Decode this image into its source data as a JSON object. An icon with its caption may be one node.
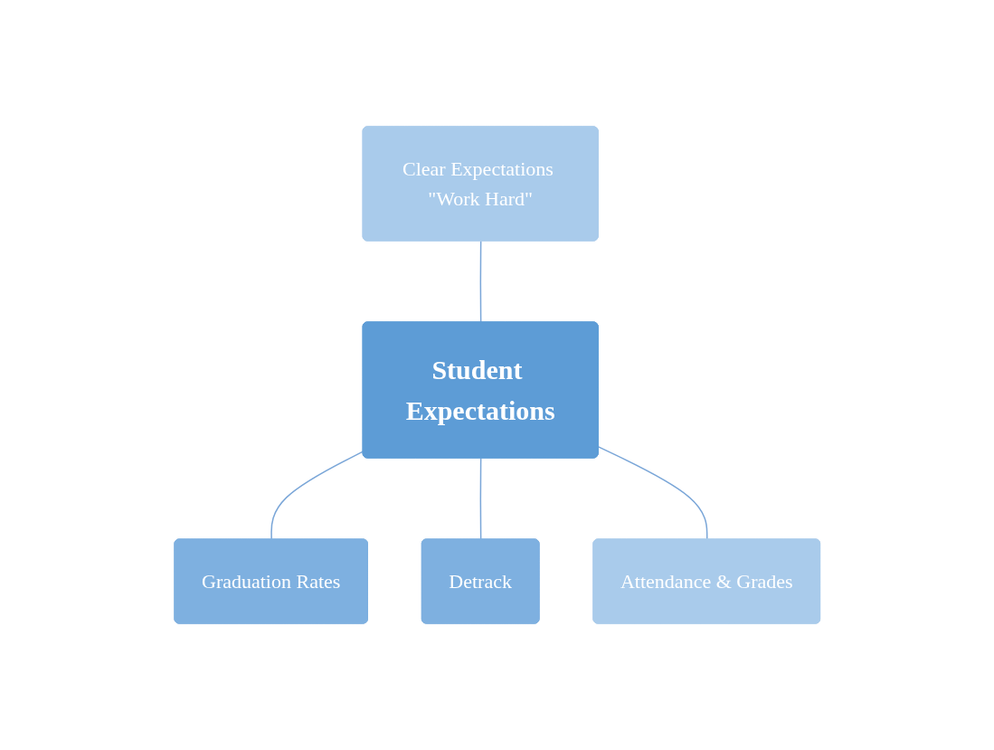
{
  "diagram": {
    "nodes": [
      {
        "text": [
          "Graduation Rates"
        ]
      },
      {
        "text": [
          "Clear Expectations \"Work Hard\""
        ]
      },
      {
        "text": [
          "Student Expectations"
        ]
      },
      {
        "text": [
          "Detrack"
        ]
      },
      {
        "text": [
          "Attendance & Grades"
        ]
      }
    ],
    "edges": [
      {
        "from": 2,
        "to": 0,
        "arrow": "none"
      },
      {
        "from": 1,
        "to": 2,
        "arrow": "none"
      },
      {
        "from": 2,
        "to": 3,
        "arrow": "none"
      },
      {
        "from": 2,
        "to": 4,
        "arrow": "none"
      }
    ]
  }
}
